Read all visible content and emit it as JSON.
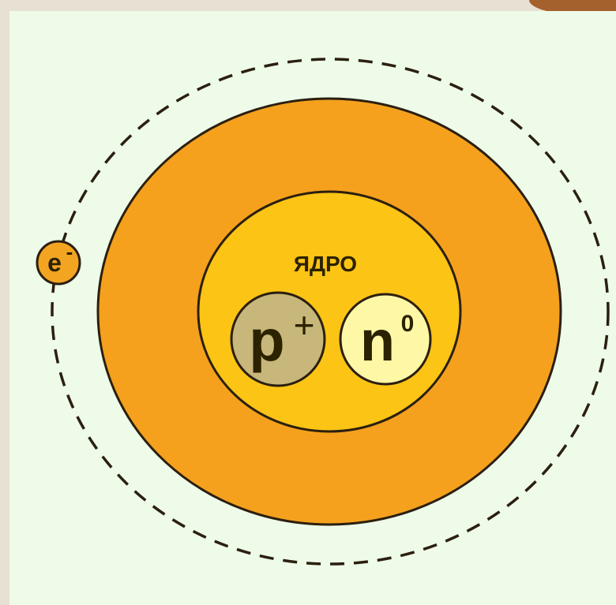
{
  "diagram": {
    "nucleus_label": "ЯДРО",
    "electron_label": "e",
    "electron_charge": "-",
    "proton_label": "p",
    "proton_charge": "+",
    "neutron_label": "n",
    "neutron_charge": "0"
  },
  "colors": {
    "background": "#eefbe9",
    "outer_frame": "#e7e1d4",
    "atom_body": "#f5a11d",
    "nucleus": "#fcc415",
    "proton": "#c8b77a",
    "neutron": "#fef8a6",
    "electron": "#f3a522",
    "outline": "#2b1f10",
    "corner_accent": "#a5612d"
  },
  "icons": {
    "orbit": "dashed-circle",
    "electron": "small-circle",
    "proton": "circle",
    "neutron": "circle"
  }
}
